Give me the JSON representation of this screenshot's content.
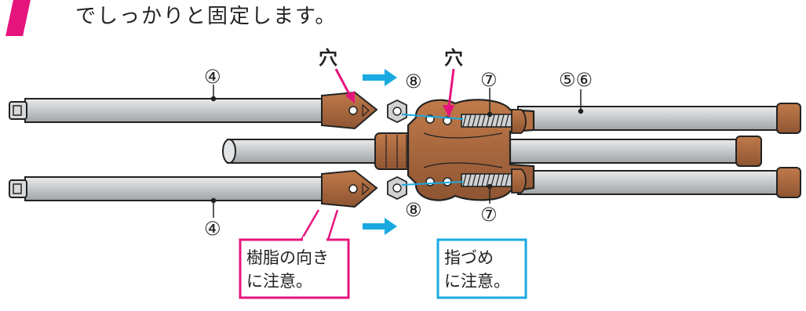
{
  "instruction": "でしっかりと固定します。",
  "labels": {
    "hole_left": "穴",
    "hole_right": "穴",
    "part_4_top": "④",
    "part_4_bottom": "④",
    "part_8_top": "⑧",
    "part_8_bottom": "⑧",
    "part_7_top": "⑦",
    "part_7_bottom": "⑦",
    "part_56": "⑤⑥"
  },
  "callouts": {
    "resin": [
      "樹脂の向き",
      "に注意。"
    ],
    "fingers": [
      "指づめ",
      "に注意。"
    ]
  },
  "colors": {
    "accent": "#e6147d",
    "cyan": "#1aa9e0",
    "pipe": "#c9ccce",
    "brown": "#a8683f",
    "outline": "#2a1a10"
  }
}
